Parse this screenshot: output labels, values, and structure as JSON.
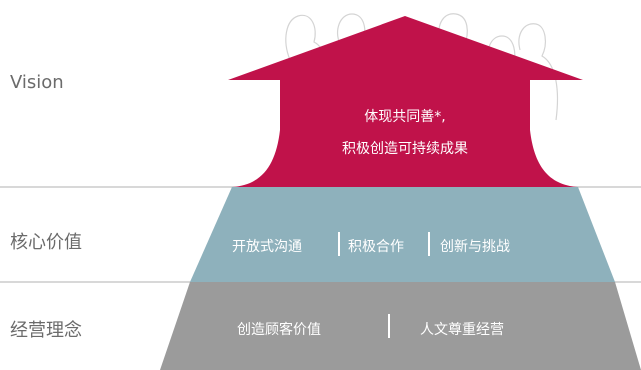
{
  "labels": {
    "vision": "Vision",
    "core_values": "核心价值",
    "principles": "经营理念"
  },
  "vision": {
    "line1": "体现共同善*,",
    "line2": "积极创造可持续成果"
  },
  "core_values": {
    "items": [
      "开放式沟通",
      "积极合作",
      "创新与挑战"
    ]
  },
  "principles": {
    "items": [
      "创造顾客价值",
      "人文尊重经营"
    ]
  },
  "colors": {
    "arrow": "#c0124a",
    "middle_layer": "#8eb1bc",
    "bottom_layer": "#9b9b9b",
    "divider": "#b0b0b0",
    "label_text": "#6b6b6b"
  }
}
